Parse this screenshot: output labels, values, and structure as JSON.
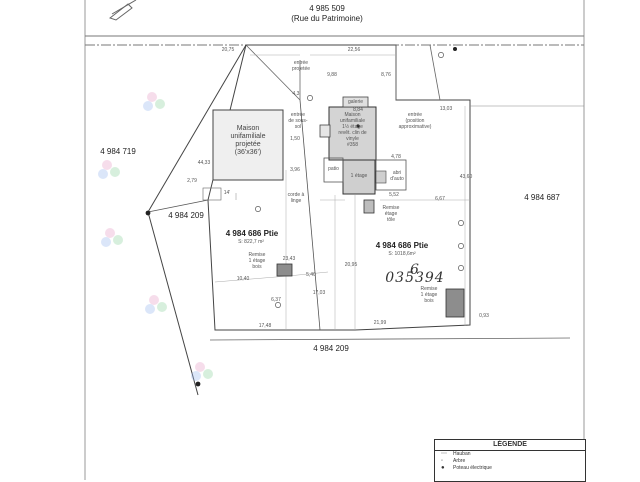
{
  "top_labels": {
    "number": "4 985 509",
    "street": "(Rue du Patrimoine)"
  },
  "left_labels": {
    "lot_west": "4 984 719",
    "lot_sw": "4 984 209"
  },
  "right_labels": {
    "lot_east": "4 984 687"
  },
  "bottom_labels": {
    "lot_south": "4 984 209"
  },
  "buildings": {
    "projected_house": "Maison\nunifamiliale\nprojetée\n(36'x36')",
    "existing_house": "Maison\nunifamiliale\n1½ étage\nrevêt. clin de\nvinyle\n#358",
    "gallery": "galerie",
    "one_storey": "1 étage",
    "patio": "patio",
    "carport": "abri\nd'auto",
    "shed_sheet": "Remise\nétage\ntôle",
    "shed_wood_left": "Remise\n1 étage\nbois",
    "shed_wood_right": "Remise\n1 étage\nbois"
  },
  "annotations": {
    "projected_entrance": "entrée\nprojetée",
    "basement_entrance": "entrée\nde sous-\nsol",
    "entrance_approx": "entrée\n(position\napproximative)",
    "clothesline": "corde à\nlinge",
    "handwritten": "6 035394"
  },
  "lots": {
    "left_name": "4 984 686 Ptie",
    "left_area": "S: 822,7 m²",
    "right_name": "4 984 686 Ptie",
    "right_area": "S: 1018,6m²"
  },
  "dimensions": {
    "top_left_a": "20,75",
    "top_mid": "22,56",
    "right_a": "13,03",
    "h1": "9,88",
    "h2": "8,76",
    "d43": "4,3",
    "d150": "1,50",
    "d396": "3,96",
    "d884": "8,84",
    "d478": "4,78",
    "d552": "5,52",
    "d667": "6,67",
    "d1040": "10,40",
    "d540": "5,40",
    "d2343": "23,43",
    "d2095": "20,95",
    "d1703": "17,03",
    "d1748": "17,48",
    "d2199": "21,99",
    "d093": "0,93",
    "d637": "6,37",
    "d4433": "44,33",
    "d4360": "43,60",
    "d14": "14'",
    "d279": "2,79"
  },
  "legend": {
    "title": "LÉGENDE",
    "items": [
      "Hauban",
      "Arbre",
      "Poteau électrique"
    ]
  }
}
